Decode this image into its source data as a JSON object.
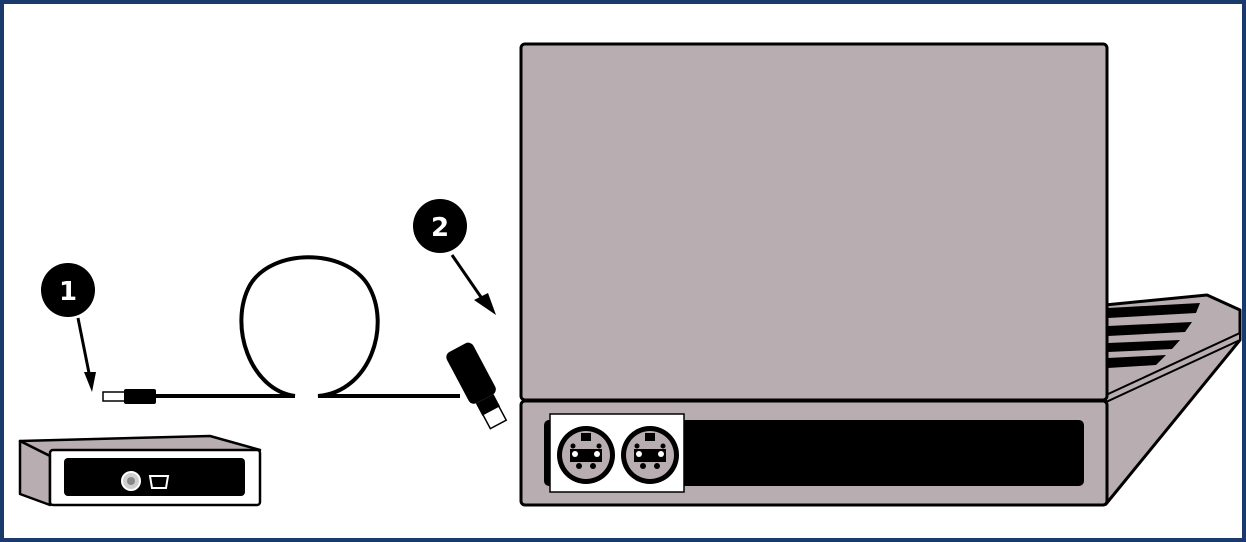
{
  "diagram": {
    "steps": [
      {
        "number": "1",
        "target": "device-port"
      },
      {
        "number": "2",
        "target": "computer-port"
      }
    ],
    "colors": {
      "frame": "#1a3a6b",
      "computer_body": "#b8adb0",
      "outline": "#000000",
      "device_body": "#b8adb0",
      "background": "#ffffff"
    },
    "icons": [
      "ps2-port-icon",
      "ps2-port-icon",
      "power-jack-icon",
      "mini-usb-port-icon",
      "usb-cable-icon"
    ]
  }
}
